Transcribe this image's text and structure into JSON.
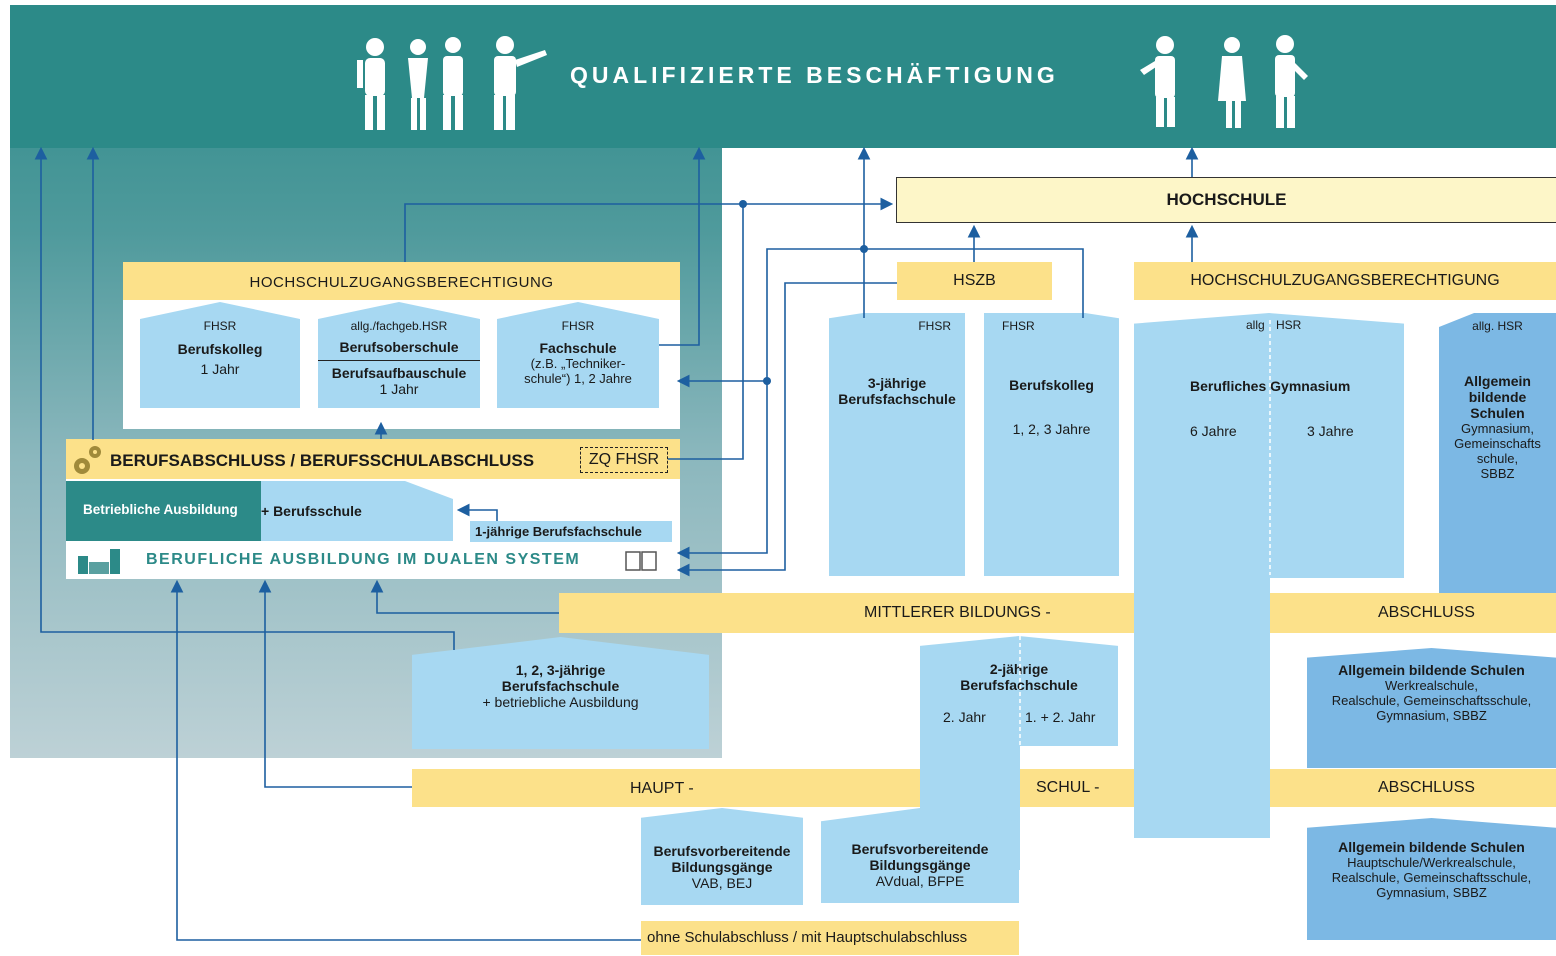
{
  "banner": {
    "title": "QUALIFIZIERTE BESCHÄFTIGUNG"
  },
  "hochschule": "HOCHSCHULE",
  "left": {
    "hzb_title": "HOCHSCHULZUGANGSBERECHTIGUNG",
    "berufskolleg": {
      "tag": "FHSR",
      "name": "Berufskolleg",
      "dur": "1 Jahr"
    },
    "berufsoberschule": {
      "tag": "allg./fachgeb.HSR",
      "name": "Berufsoberschule",
      "name2": "Berufsaufbauschule",
      "dur": "1 Jahr"
    },
    "fachschule": {
      "tag": "FHSR",
      "name": "Fachschule",
      "detail": "(z.B. „Techniker-\nschule“) 1, 2 Jahre"
    },
    "abschluss_title": "BERUFSABSCHLUSS / BERUFSSCHULABSCHLUSS",
    "zq": "ZQ FHSR",
    "betrieb": "Betriebliche Ausbildung",
    "berufsschule": "+ Berufsschule",
    "einjaehrig": "1-jährige Berufsfachschule",
    "dual": "BERUFLICHE AUSBILDUNG IM DUALEN SYSTEM",
    "bfs123": {
      "name": "1, 2, 3-jährige\nBerufsfachschule",
      "detail": "+ betriebliche Ausbildung"
    },
    "bvb1": {
      "name": "Berufsvorbereitende\nBildungsgänge",
      "detail": "VAB, BEJ"
    }
  },
  "right": {
    "hszb": "HSZB",
    "hzb_title": "HOCHSCHULZUGANGSBERECHTIGUNG",
    "bfs3": {
      "name": "3-jährige\nBerufsfachschule",
      "tag": "FHSR"
    },
    "bk": {
      "tag": "FHSR",
      "name": "Berufskolleg",
      "dur": "1, 2, 3 Jahre"
    },
    "bg": {
      "tag_a": "allg",
      "tag_b": "HSR",
      "name": "Berufliches Gymnasium",
      "dur_a": "6 Jahre",
      "dur_b": "3 Jahre"
    },
    "abs": {
      "tag": "allg. HSR",
      "name": "Allgemein\nbildende\nSchulen",
      "detail": "Gymnasium,\nGemeinschafts\nschule,\nSBBZ"
    },
    "bfs2": {
      "name": "2-jährige\nBerufsfachschule",
      "dur_a": "2. Jahr",
      "dur_b": "1. + 2. Jahr"
    },
    "bvb2": {
      "name": "Berufsvorbereitende\nBildungsgänge",
      "detail": "AVdual, BFPE"
    },
    "abs_mittel": {
      "name": "Allgemein bildende Schulen",
      "detail": "Werkrealschule,\nRealschule, Gemeinschaftsschule,\nGymnasium, SBBZ"
    },
    "abs_haupt": {
      "name": "Allgemein bildende Schulen",
      "detail": "Hauptschule/Werkrealschule,\nRealschule, Gemeinschaftsschule,\nGymnasium, SBBZ"
    }
  },
  "bars": {
    "mittlerer_a": "MITTLERER BILDUNGS -",
    "mittlerer_b": "ABSCHLUSS",
    "haupt_a": "HAUPT -",
    "haupt_b": "SCHUL -",
    "haupt_c": "ABSCHLUSS",
    "ohne": "ohne Schulabschluss / mit Hauptschulabschluss"
  }
}
